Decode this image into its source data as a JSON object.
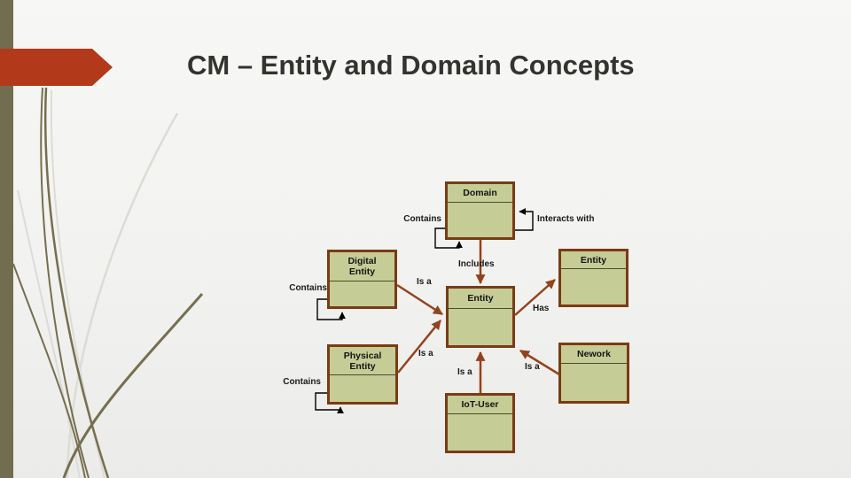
{
  "slide": {
    "title": "CM – Entity and Domain Concepts"
  },
  "diagram": {
    "boxes": [
      {
        "id": "domain",
        "title": "Domain"
      },
      {
        "id": "digital-entity",
        "title": "Digital Entity"
      },
      {
        "id": "entity-top-right",
        "title": "Entity"
      },
      {
        "id": "entity-center",
        "title": "Entity"
      },
      {
        "id": "physical-entity",
        "title": "Physical Entity"
      },
      {
        "id": "nework",
        "title": "Nework"
      },
      {
        "id": "iot-user",
        "title": "IoT-User"
      }
    ],
    "labels": [
      {
        "id": "contains-domain",
        "text": "Contains"
      },
      {
        "id": "interacts-with",
        "text": "Interacts with"
      },
      {
        "id": "includes",
        "text": "Includes"
      },
      {
        "id": "is-a-digital",
        "text": "Is a"
      },
      {
        "id": "contains-digital",
        "text": "Contains"
      },
      {
        "id": "has",
        "text": "Has"
      },
      {
        "id": "is-a-physical",
        "text": "Is a"
      },
      {
        "id": "is-a-iot-user",
        "text": "Is a"
      },
      {
        "id": "is-a-nework",
        "text": "Is a"
      },
      {
        "id": "contains-physical",
        "text": "Contains"
      }
    ],
    "colors": {
      "box_fill": "#c6cc96",
      "box_border": "#7a3b13",
      "box_separator": "#4b4b28",
      "connector": "#93431c",
      "self_loop": "#000000",
      "accent_bar": "#716d4e",
      "accent_arrow": "#b23a1b",
      "decor_olive": "#756f4f",
      "decor_gray": "#dcdcd7",
      "title_text": "#333330"
    }
  }
}
